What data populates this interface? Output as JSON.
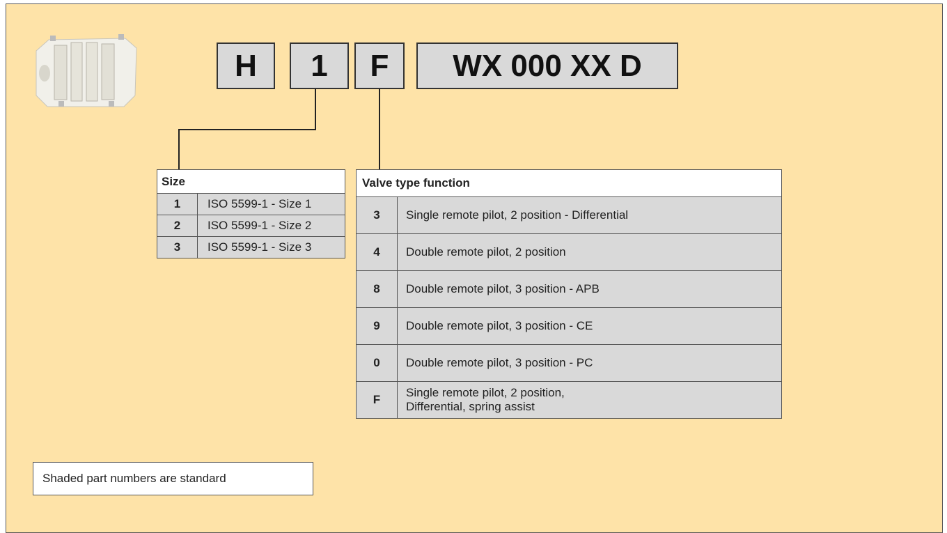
{
  "code": {
    "segments": [
      "H",
      "1",
      "F",
      "WX 000 XX D"
    ]
  },
  "size_table": {
    "header": "Size",
    "rows": [
      {
        "key": "1",
        "value": "ISO 5599-1 - Size 1"
      },
      {
        "key": "2",
        "value": "ISO 5599-1 - Size 2"
      },
      {
        "key": "3",
        "value": "ISO 5599-1 - Size 3"
      }
    ]
  },
  "valve_table": {
    "header": "Valve type function",
    "rows": [
      {
        "key": "3",
        "value": "Single remote pilot, 2 position - Differential"
      },
      {
        "key": "4",
        "value": "Double remote pilot, 2 position"
      },
      {
        "key": "8",
        "value": "Double remote pilot, 3 position - APB"
      },
      {
        "key": "9",
        "value": "Double remote pilot, 3 position - CE"
      },
      {
        "key": "0",
        "value": "Double remote pilot, 3 position - PC"
      },
      {
        "key": "F",
        "value_line1": "Single remote pilot, 2 position,",
        "value_line2": "Differential, spring assist"
      }
    ]
  },
  "note": "Shaded part numbers are standard",
  "colors": {
    "background": "#fee3a8",
    "shaded": "#d9d9d9",
    "border": "#333333"
  },
  "icons": {
    "product": "pneumatic-valve-image"
  }
}
